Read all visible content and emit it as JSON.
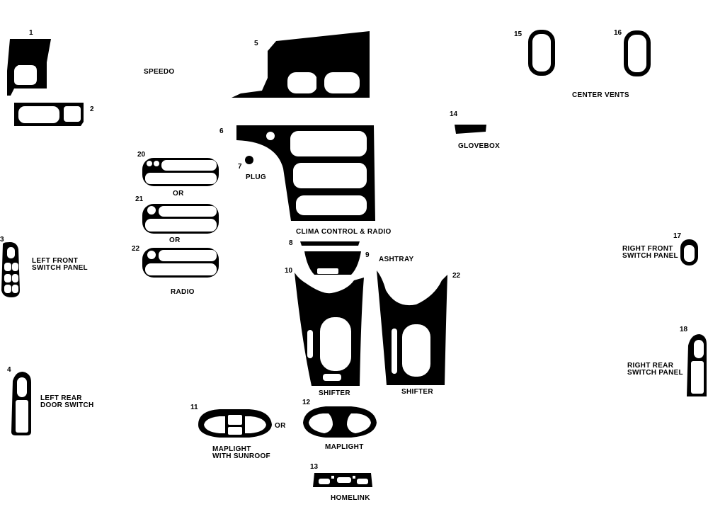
{
  "parts": {
    "p1": {
      "num": "1"
    },
    "p2": {
      "num": "2"
    },
    "p3": {
      "num": "3",
      "label_line1": "LEFT FRONT",
      "label_line2": "SWITCH PANEL"
    },
    "p4": {
      "num": "4",
      "label_line1": "LEFT REAR",
      "label_line2": "DOOR SWITCH"
    },
    "p5": {
      "num": "5"
    },
    "p6": {
      "num": "6"
    },
    "p7": {
      "num": "7",
      "label": "PLUG"
    },
    "p8": {
      "num": "8"
    },
    "p9": {
      "num": "9",
      "label": "ASHTRAY"
    },
    "p10": {
      "num": "10",
      "label": "SHIFTER"
    },
    "p11": {
      "num": "11",
      "label_line1": "MAPLIGHT",
      "label_line2": "WITH SUNROOF"
    },
    "p12": {
      "num": "12",
      "label": "MAPLIGHT"
    },
    "p13": {
      "num": "13",
      "label": "HOMELINK"
    },
    "p14": {
      "num": "14",
      "label": "GLOVEBOX"
    },
    "p15": {
      "num": "15"
    },
    "p16": {
      "num": "16"
    },
    "p17": {
      "num": "17",
      "label_line1": "RIGHT FRONT",
      "label_line2": "SWITCH PANEL"
    },
    "p18": {
      "num": "18",
      "label_line1": "RIGHT REAR",
      "label_line2": "SWITCH PANEL"
    },
    "p20": {
      "num": "20"
    },
    "p21": {
      "num": "21"
    },
    "p22a": {
      "num": "22"
    },
    "p22b": {
      "num": "22",
      "label": "SHIFTER"
    }
  },
  "group_labels": {
    "speedo": "SPEEDO",
    "center_vents": "CENTER VENTS",
    "clima": "CLIMA CONTROL & RADIO",
    "radio": "RADIO",
    "or_1": "OR",
    "or_2": "OR",
    "or_3": "OR"
  },
  "colors": {
    "part_fill": "#000000",
    "cutout": "#ffffff",
    "background": "#ffffff"
  }
}
